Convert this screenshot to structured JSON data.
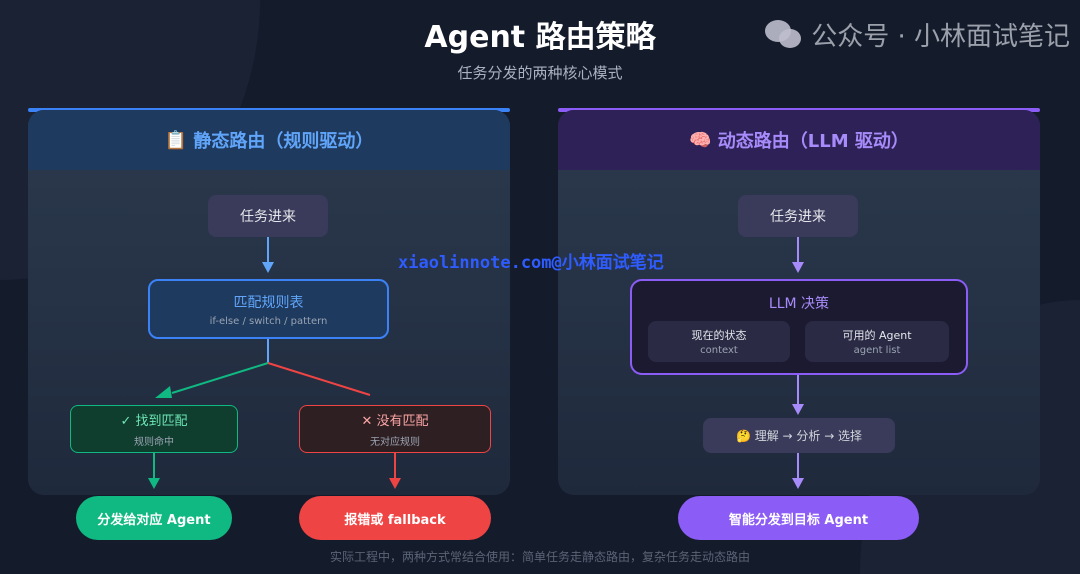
{
  "header": {
    "title": "Agent 路由策略",
    "subtitle": "任务分发的两种核心模式"
  },
  "static": {
    "icon": "clipboard-icon",
    "icon_glyph": "📋",
    "title": "静态路由（规则驱动）",
    "color": "#60a5fa",
    "start": "任务进来",
    "match": {
      "title": "匹配规则表",
      "sub": "if-else / switch / pattern"
    },
    "found": {
      "title": "✓ 找到匹配",
      "sub": "规则命中"
    },
    "none": {
      "title": "✕ 没有匹配",
      "sub": "无对应规则"
    },
    "dispatch": "分发给对应 Agent",
    "fallback": "报错或 fallback"
  },
  "dynamic": {
    "icon": "brain-icon",
    "icon_glyph": "🧠",
    "title": "动态路由（LLM 驱动）",
    "color": "#a78bfa",
    "start": "任务进来",
    "decision": {
      "title": "LLM 决策",
      "state": {
        "title": "现在的状态",
        "sub": "context"
      },
      "agents": {
        "title": "可用的 Agent",
        "sub": "agent list"
      }
    },
    "process": "🤔 理解 → 分析 → 选择",
    "dispatch": "智能分发到目标 Agent"
  },
  "footer": "实际工程中，两种方式常结合使用：简单任务走静态路由，复杂任务走动态路由",
  "watermark": "xiaolinnote.com@小林面试笔记",
  "wechat_watermark": "公众号 · 小林面试笔记"
}
